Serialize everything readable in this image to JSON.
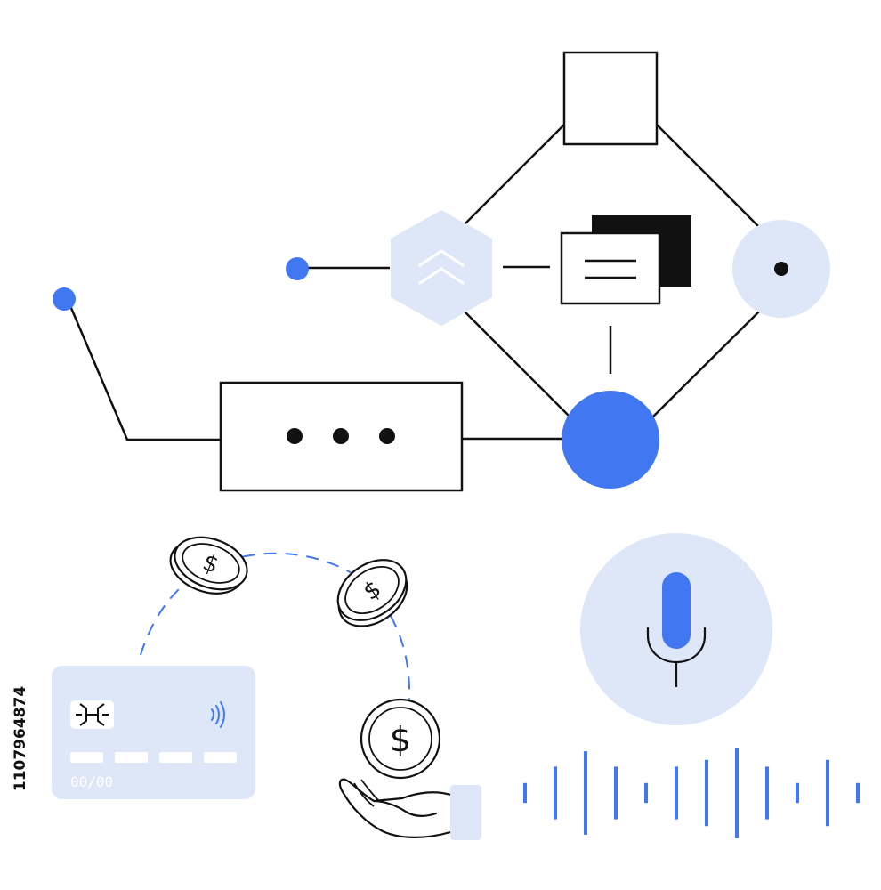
{
  "colors": {
    "blue": "#4277f2",
    "light_blue": "#dde7f8",
    "ink": "#111111",
    "white": "#ffffff"
  },
  "card": {
    "expiry_text": "00/00",
    "chip_icon": "chip-icon",
    "contactless_icon": "contactless-icon"
  },
  "coins": {
    "symbol": "$",
    "icon": "dollar-coin-icon"
  },
  "stock_id": "1107964874",
  "waveform": {
    "bar_heights": [
      0.22,
      0.58,
      0.92,
      0.58,
      0.22,
      0.58,
      0.73,
      1.0,
      0.58,
      0.22,
      0.73,
      0.22
    ]
  }
}
